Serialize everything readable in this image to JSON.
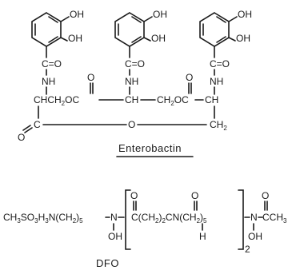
{
  "enterobactin": {
    "ring_substituent": "OH",
    "carbonyl": "C=O",
    "amine": "NH",
    "backbone_segments": [
      "CHCH",
      "2",
      "OC",
      "CH",
      "CH",
      "2",
      "OC",
      "CH"
    ],
    "carbonyl_o": "O",
    "ring_closure_o": "O",
    "ring_closure_ch2": "CH",
    "ring_closure_ch2_sub": "2",
    "closure_c": "C",
    "closure_c_o": "O",
    "caption": "Enterobactin"
  },
  "dfo": {
    "formula_parts": [
      "CH",
      "3",
      "SO",
      "3",
      "H",
      "3",
      "N(CH",
      "2",
      ")",
      "5",
      "N",
      "C(CH",
      "2",
      ")",
      "2",
      "CN(CH",
      "2",
      ")",
      "5",
      "N",
      "CCH",
      "3"
    ],
    "oh": "OH",
    "h": "H",
    "o": "O",
    "repeat": "2",
    "caption": "DFO"
  }
}
